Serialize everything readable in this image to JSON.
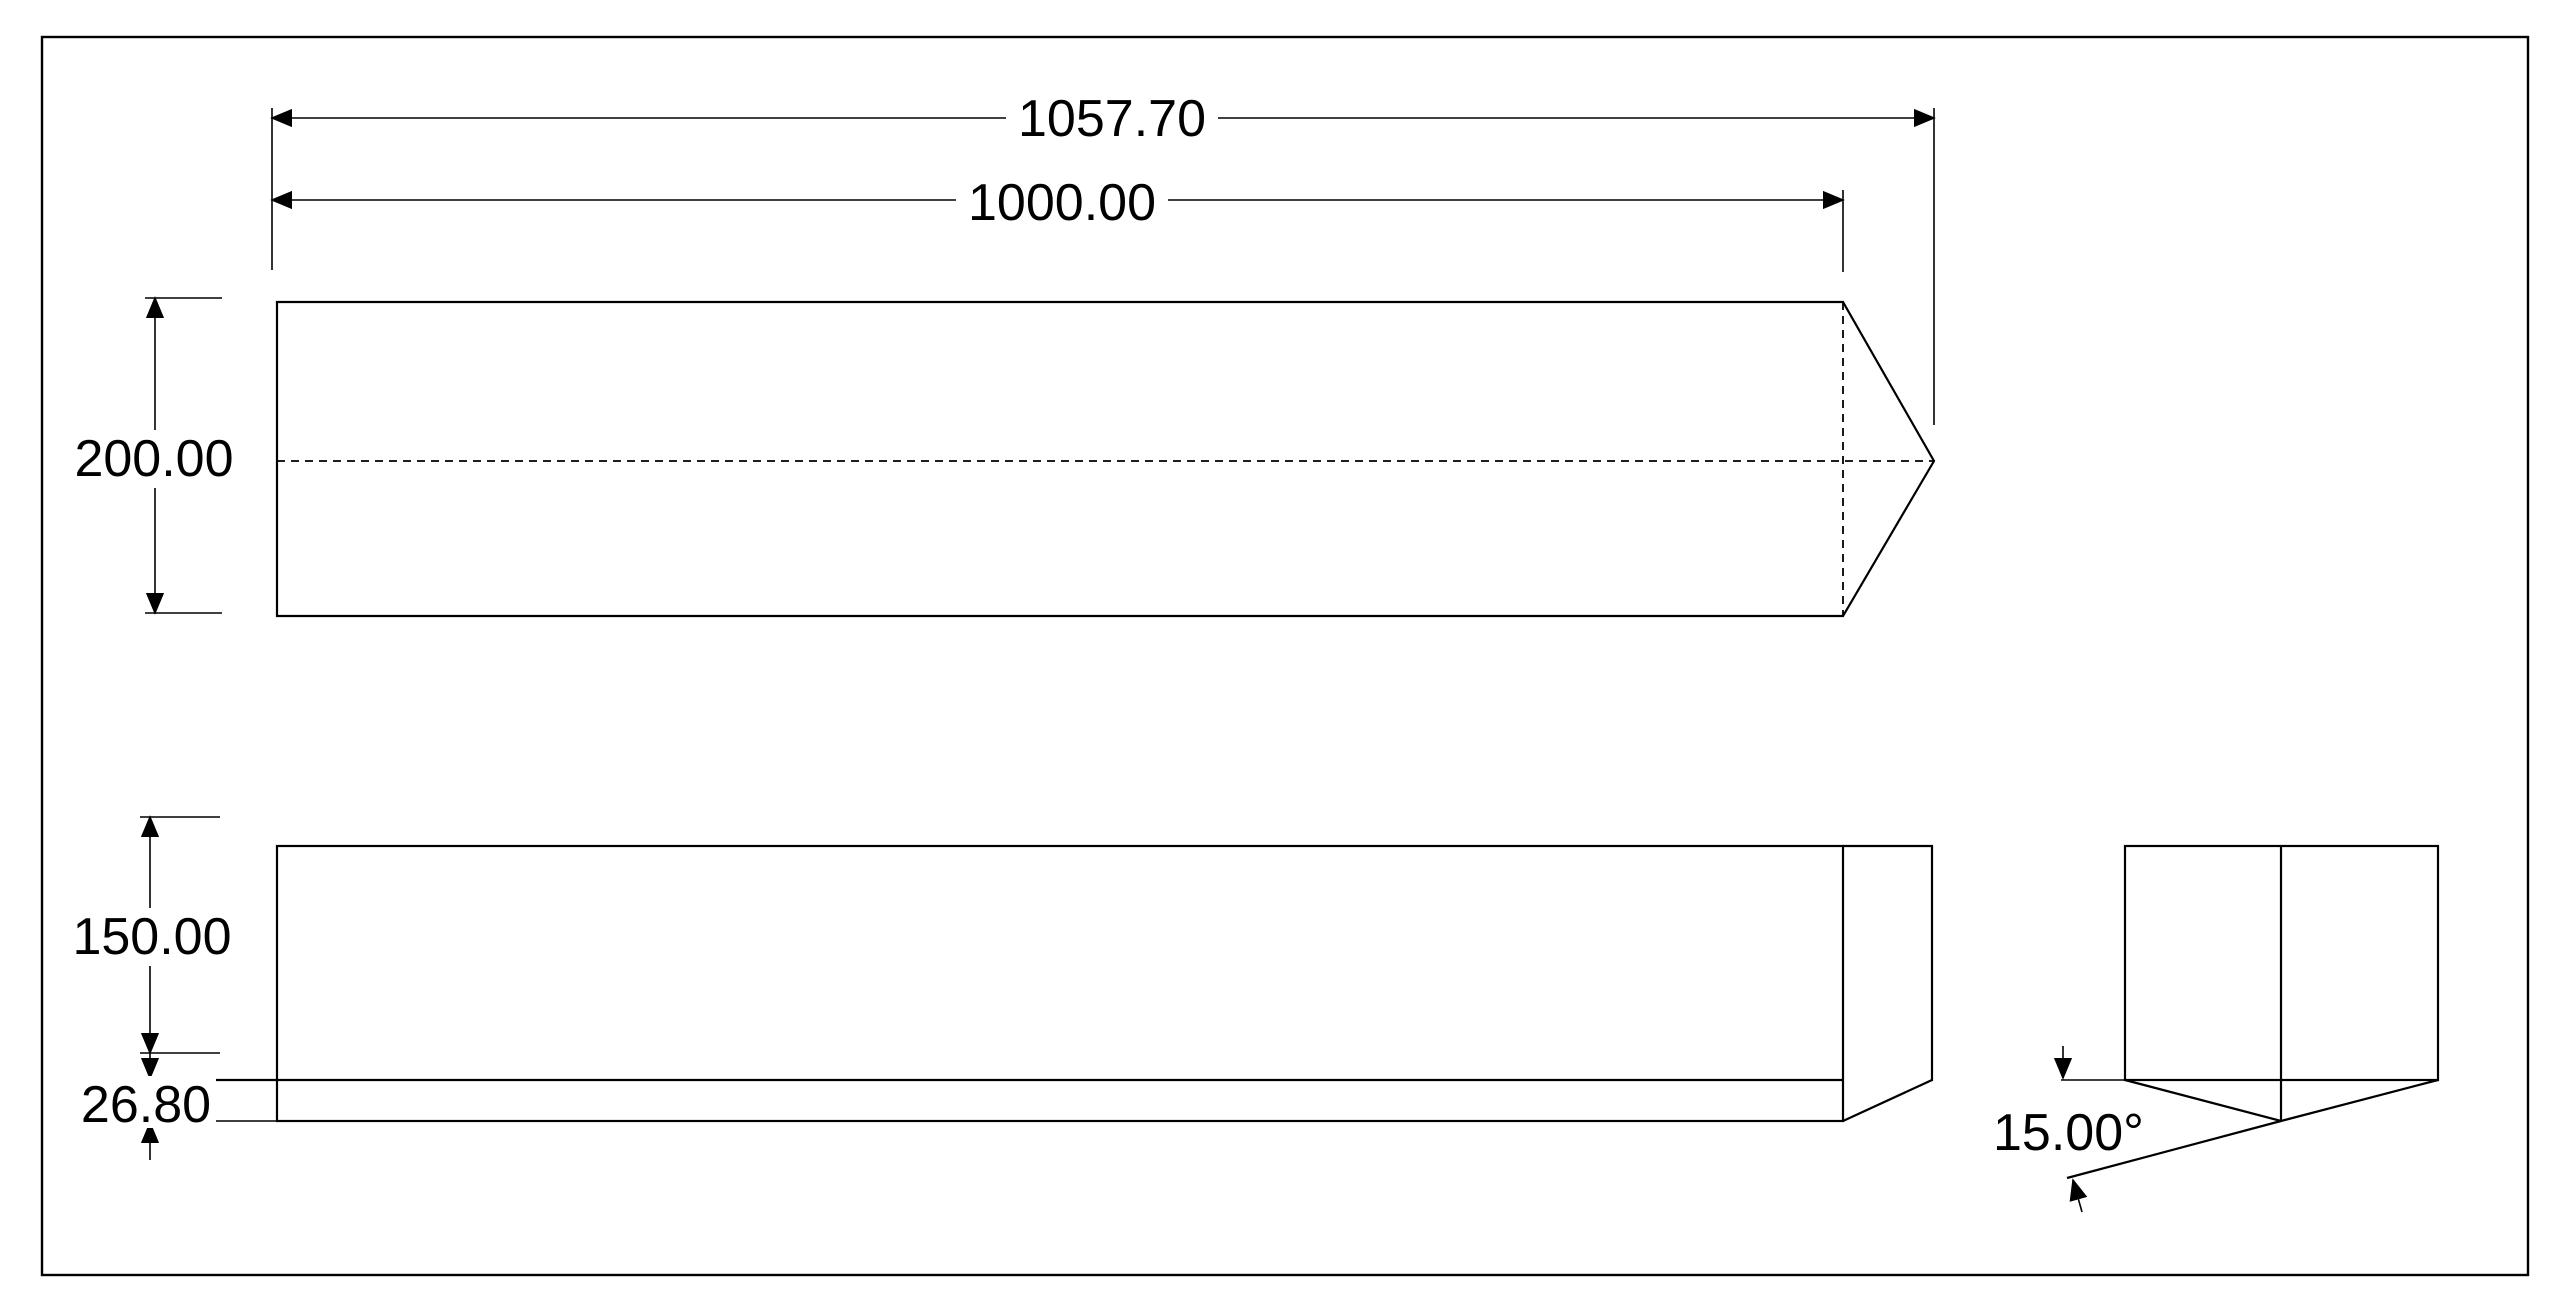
{
  "dimensions": {
    "overall_length": "1057.70",
    "body_length": "1000.00",
    "width": "200.00",
    "height": "150.00",
    "bevel_height": "26.80",
    "bevel_angle": "15.00°"
  }
}
